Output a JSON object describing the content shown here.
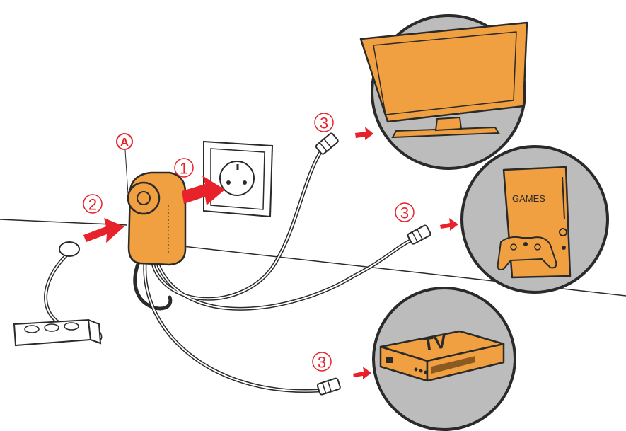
{
  "colors": {
    "accent": "#e8222b",
    "device": "#f0a040",
    "circle_fill": "#bcbcbc",
    "outline": "#2a2a2a"
  },
  "labels": {
    "callout_a": "A",
    "step_1": "1",
    "step_2": "2",
    "step_3_tv": "3",
    "step_3_console": "3",
    "step_3_box": "3",
    "console_text": "GAMES",
    "box_text": "TV"
  },
  "icons": [
    "wall-socket-icon",
    "powerline-adapter-icon",
    "power-strip-icon",
    "ethernet-plug-icon",
    "tv-monitor-icon",
    "game-console-icon",
    "tv-box-icon",
    "arrow-icon"
  ]
}
